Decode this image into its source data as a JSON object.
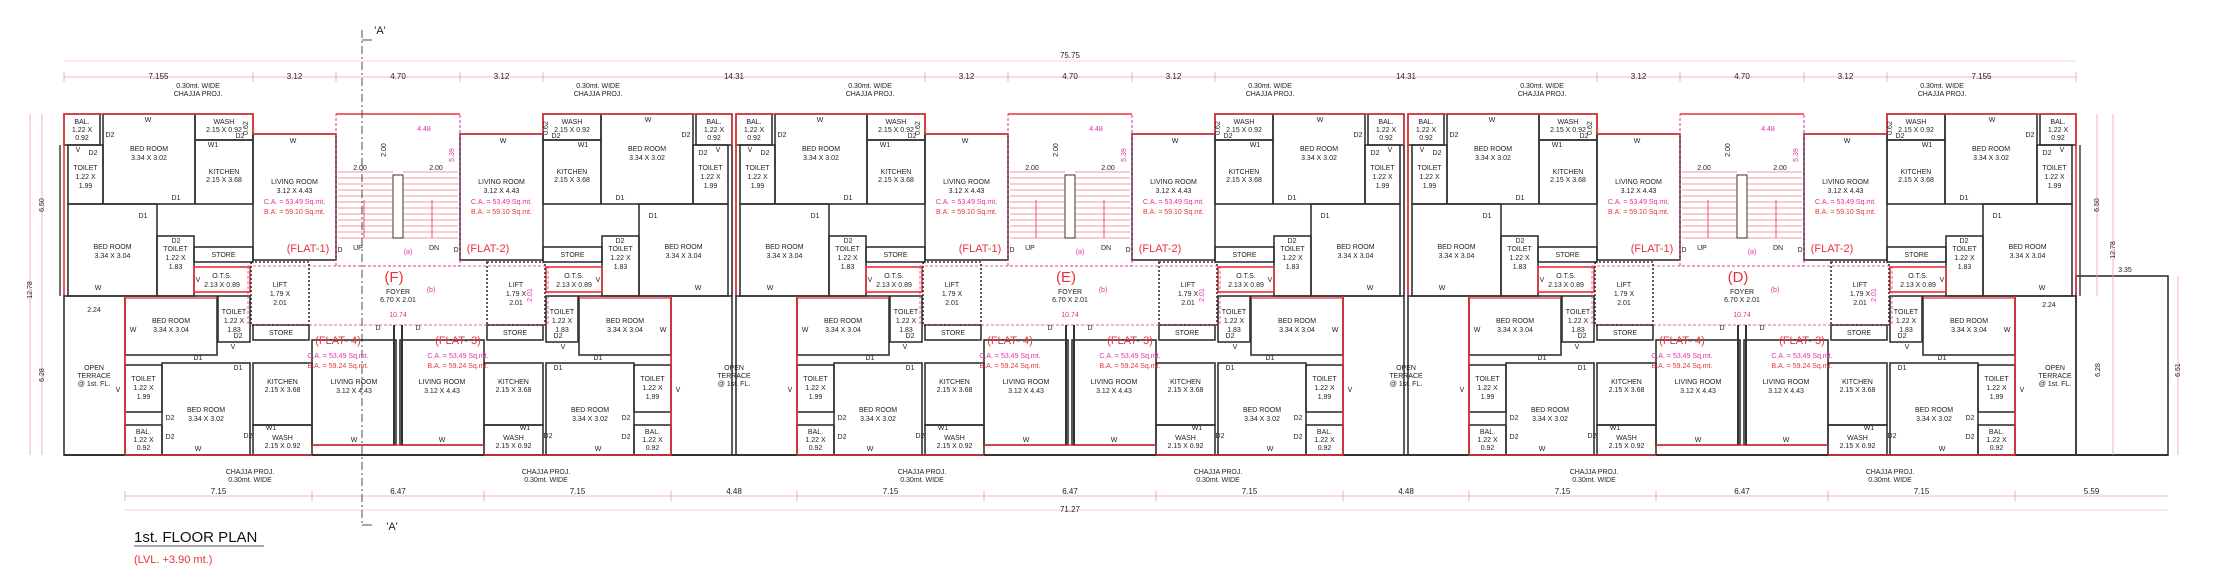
{
  "title": "1st.  FLOOR PLAN",
  "level": "(LVL. +3.90 mt.)",
  "section_label": "'A'",
  "colors": {
    "wall": "#333333",
    "red_line": "#e8323a",
    "pink": "#e0309a",
    "dim_line": "#f2a0a8"
  },
  "wings": [
    {
      "id": "(F)"
    },
    {
      "id": "(E)"
    },
    {
      "id": "(D)"
    }
  ],
  "flats": {
    "flat1": "(FLAT-1)",
    "flat2": "(FLAT-2)",
    "flat3": "(FLAT- 3)",
    "flat4": "(FLAT- 4)"
  },
  "areas": {
    "upper_ca": "C.A. = 53.49 Sq.mt.",
    "upper_ba": "B.A. = 59.10 Sq.mt.",
    "lower_ca": "C.A. = 53.49 Sq.mt.",
    "lower_ba": "B.A. = 59.24 Sq.mt."
  },
  "rooms": {
    "bal": {
      "name": "BAL.",
      "size_a": "1.22 X",
      "size_b": "0.92"
    },
    "bed_302": {
      "name": "BED ROOM",
      "size": "3.34 X 3.02"
    },
    "bed_304": {
      "name": "BED ROOM",
      "size": "3.34 X 3.04"
    },
    "wash": {
      "name": "WASH",
      "size": "2.15 X 0.92"
    },
    "kitchen": {
      "name": "KITCHEN",
      "size": "2.15 X 3.68"
    },
    "living": {
      "name": "LIVING ROOM",
      "size": "3.12 X 4.43"
    },
    "toilet_199": {
      "name": "TOILET",
      "size_a": "1.22 X",
      "size_b": "1.99"
    },
    "toilet_183": {
      "name": "TOILET",
      "size_a": "1.22 X",
      "size_b": "1.83"
    },
    "store": {
      "name": "STORE"
    },
    "ots": {
      "name": "O.T.S.",
      "size": "2.13 X 0.89"
    },
    "lift": {
      "name": "LIFT",
      "size_a": "1.79 X",
      "size_b": "2.01"
    },
    "terrace": {
      "l1": "OPEN",
      "l2": "TERRACE",
      "l3": "@ 1st. FL."
    },
    "foyer": {
      "name": "FOYER",
      "size": "6.70 X 2.01",
      "width": "10.74"
    }
  },
  "stair": {
    "up": "UP",
    "dn": "DN",
    "flight": "2.00",
    "height": "2.00",
    "width": "4.48",
    "length": "5.39",
    "a": "(a)",
    "b": "(b)",
    "lift_dim": "2.01"
  },
  "openings": {
    "W": "W",
    "W1": "W1",
    "D": "D",
    "D1": "D1",
    "D2": "D2",
    "V": "V"
  },
  "chajja": {
    "wide": "0.30mt. WIDE",
    "proj": "CHAJJA PROJ."
  },
  "recess": "0.62",
  "dims": {
    "top_total": "75.75",
    "bottom_total": "71.27",
    "top": [
      "7.155",
      "3.12",
      "4.70",
      "3.12",
      "14.31",
      "3.12",
      "4.70",
      "3.12",
      "14.31",
      "3.12",
      "4.70",
      "3.12",
      "7.155"
    ],
    "bottom": [
      "7.15",
      "6.47",
      "7.15",
      "4.48",
      "7.15",
      "6.47",
      "7.15",
      "4.48",
      "7.15",
      "6.47",
      "7.15",
      "5.59"
    ],
    "left": {
      "upper": "6.50",
      "total": "12.78",
      "lower": "6.28",
      "terrace": "2.24"
    },
    "right": {
      "upper": "6.50",
      "total": "12.78",
      "lower": "6.28",
      "terrace_depth": "6.51",
      "terrace_width": "3.35",
      "terrace": "2.24"
    }
  }
}
